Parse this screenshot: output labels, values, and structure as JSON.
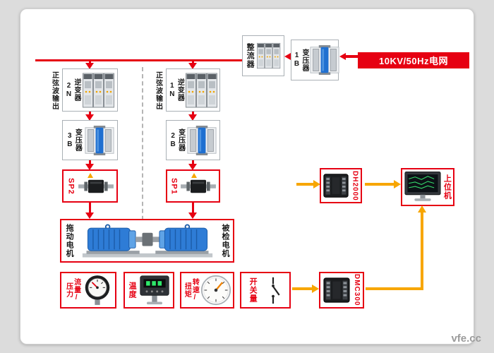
{
  "watermark": "vfe.cc",
  "colors": {
    "accent_red": "#e60012",
    "signal_yellow": "#f7a600"
  },
  "banner": {
    "grid_label": "10KV/50Hz电网"
  },
  "power": {
    "rectifier": "整流器",
    "transformer_1b": "变压器1B",
    "sine_output_left": "正弦波输出",
    "sine_output_mid": "正弦波输出",
    "inverter_2n": "逆变器2N",
    "inverter_1n": "逆变器1N",
    "transformer_3b": "变压器3B",
    "transformer_2b": "变压器2B",
    "sensor_sp2": "SP2",
    "sensor_sp1": "SP1"
  },
  "motor_bench": {
    "drive_motor": "拖动电机",
    "tested_motor": "被检电机"
  },
  "measurements": {
    "flow_pressure": "流量/\n压力",
    "temperature": "温度",
    "speed_torque": "转速/\n扭矩",
    "switch_signal": "开关量"
  },
  "instruments": {
    "dh2000": "DH2000",
    "host_computer": "上位机",
    "dmc300": "DMC300"
  }
}
